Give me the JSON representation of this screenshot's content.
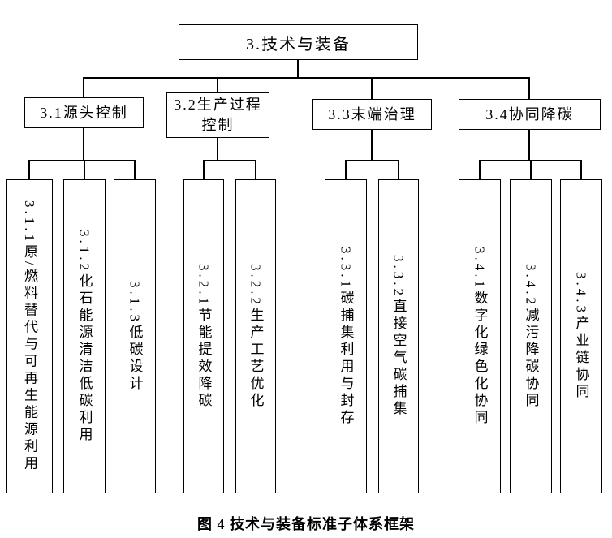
{
  "figure": {
    "caption": "图 4 技术与装备标准子体系框架"
  },
  "tree": {
    "root": "3.技术与装备",
    "branches": [
      {
        "label": "3.1源头控制",
        "children": [
          "3.1.1原/燃料替代与可再生能源利用",
          "3.1.2化石能源清洁低碳利用",
          "3.1.3低碳设计"
        ]
      },
      {
        "label": "3.2生产过程控制",
        "children": [
          "3.2.1节能提效降碳",
          "3.2.2生产工艺优化"
        ]
      },
      {
        "label": "3.3末端治理",
        "children": [
          "3.3.1碳捕集利用与封存",
          "3.3.2直接空气碳捕集"
        ]
      },
      {
        "label": "3.4协同降碳",
        "children": [
          "3.4.1数字化绿色化协同",
          "3.4.2减污降碳协同",
          "3.4.3产业链协同"
        ]
      }
    ]
  },
  "colors": {
    "line": "#000000",
    "background": "#ffffff",
    "text": "#000000"
  }
}
